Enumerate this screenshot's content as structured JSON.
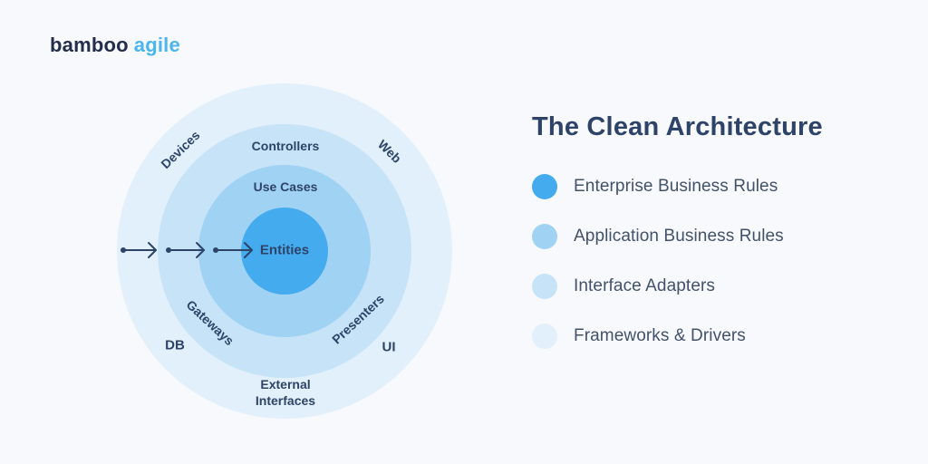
{
  "page": {
    "background": "#f7f9fc"
  },
  "logo": {
    "part1": "bamboo",
    "part2": "agile",
    "part1_color": "#232e4a",
    "part2_color": "#4ab5f1"
  },
  "diagram": {
    "label_color": "#2d4468",
    "rings": [
      {
        "name": "frameworks-drivers",
        "color": "#e2f0fb",
        "radius": 185
      },
      {
        "name": "interface-adapters",
        "color": "#c6e3f8",
        "radius": 140
      },
      {
        "name": "application-business-rules",
        "color": "#a0d2f4",
        "radius": 95
      },
      {
        "name": "enterprise-business-rules",
        "color": "#45abef",
        "radius": 48
      }
    ],
    "labels": {
      "devices": "Devices",
      "controllers": "Controllers",
      "web": "Web",
      "use_cases": "Use Cases",
      "entities": "Entities",
      "gateways": "Gateways",
      "presenters": "Presenters",
      "db": "DB",
      "ui": "UI",
      "external_interfaces": "External\nInterfaces"
    },
    "arrow_color": "#2d4468",
    "arrow_count": 3
  },
  "panel": {
    "title": "The Clean Architecture",
    "title_color": "#2d4468",
    "legend": [
      {
        "label": "Enterprise Business Rules",
        "color": "#45abef"
      },
      {
        "label": "Application Business Rules",
        "color": "#a0d2f4"
      },
      {
        "label": "Interface Adapters",
        "color": "#c6e3f8"
      },
      {
        "label": "Frameworks & Drivers",
        "color": "#e2f0fb"
      }
    ]
  }
}
